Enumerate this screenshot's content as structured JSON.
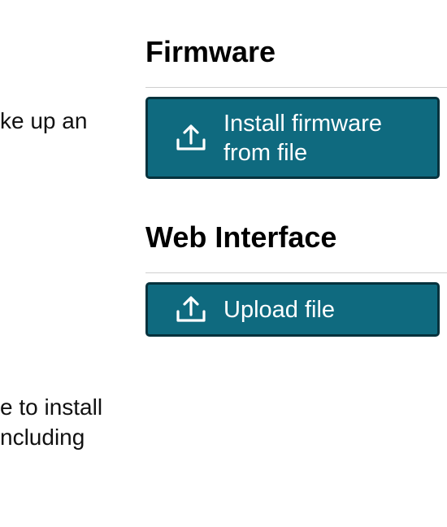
{
  "left_column": {
    "top_fragment": "ke up an",
    "bottom_fragment_line1": "e to install",
    "bottom_fragment_line2": "ncluding"
  },
  "firmware": {
    "heading": "Firmware",
    "install_button_label": "Install firmware from file",
    "install_button_icon": "upload-icon"
  },
  "web_interface": {
    "heading": "Web Interface",
    "upload_button_label": "Upload file",
    "upload_button_icon": "upload-icon"
  },
  "colors": {
    "button_fill": "#0f6a7f",
    "button_border": "#06323d",
    "divider": "#cfcfcf"
  }
}
